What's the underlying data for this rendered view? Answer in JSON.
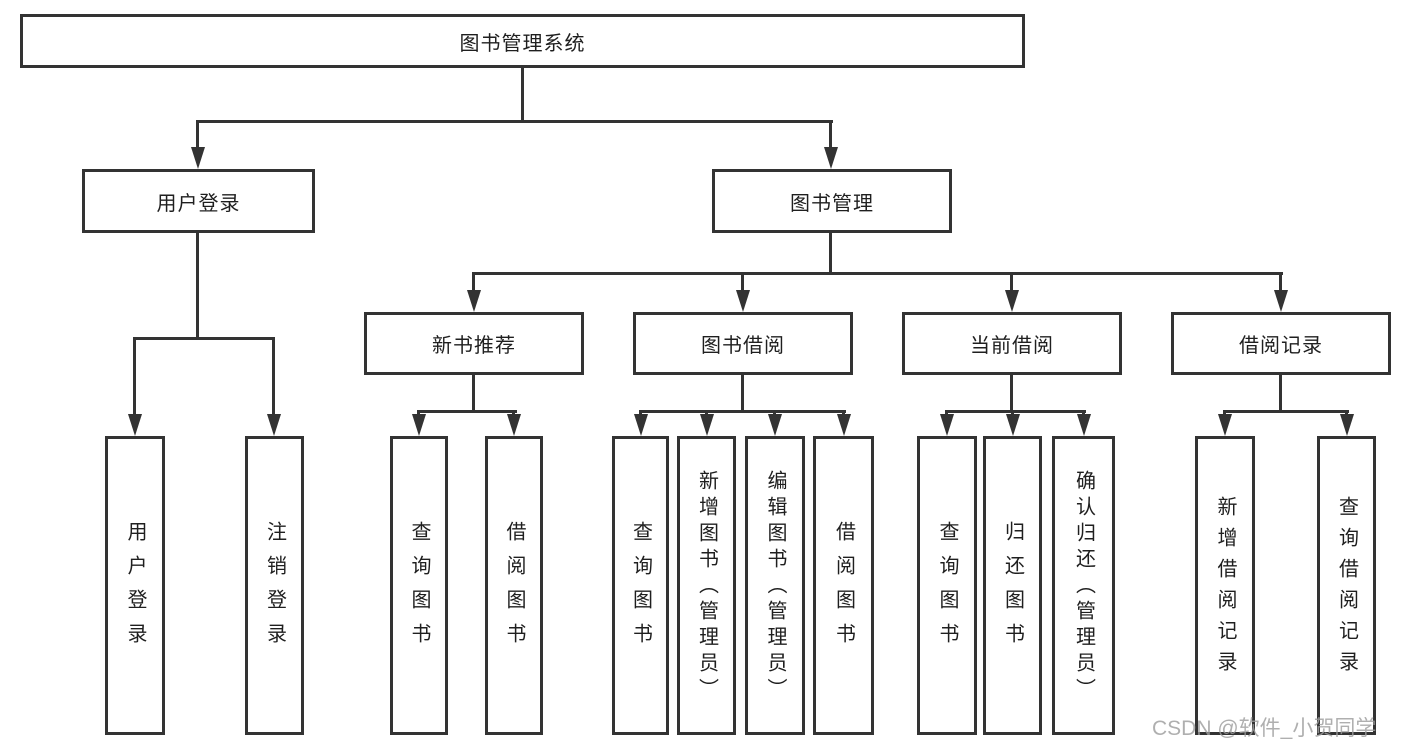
{
  "colors": {
    "line": "#333333",
    "box_border": "#333333",
    "text": "#1f1f1f",
    "watermark_text_color": "#9e9e9e",
    "background": "#ffffff"
  },
  "diagram": {
    "title": "图书管理系统",
    "level2": {
      "user_login": "用户登录",
      "book_management": "图书管理"
    },
    "level3": {
      "new_book_recommend": "新书推荐",
      "book_borrow": "图书借阅",
      "current_borrow": "当前借阅",
      "borrow_records": "借阅记录"
    },
    "leaves": {
      "user_login": [
        "用户登录",
        "注销登录"
      ],
      "new_book_recommend": [
        "查询图书",
        "借阅图书"
      ],
      "book_borrow": [
        "查询图书",
        "新增图书（管理员）",
        "编辑图书（管理员）",
        "借阅图书"
      ],
      "current_borrow": [
        "查询图书",
        "归还图书",
        "确认归还（管理员）"
      ],
      "borrow_records": [
        "新增借阅记录",
        "查询借阅记录"
      ]
    }
  },
  "watermark": "CSDN @软件_小贺同学"
}
